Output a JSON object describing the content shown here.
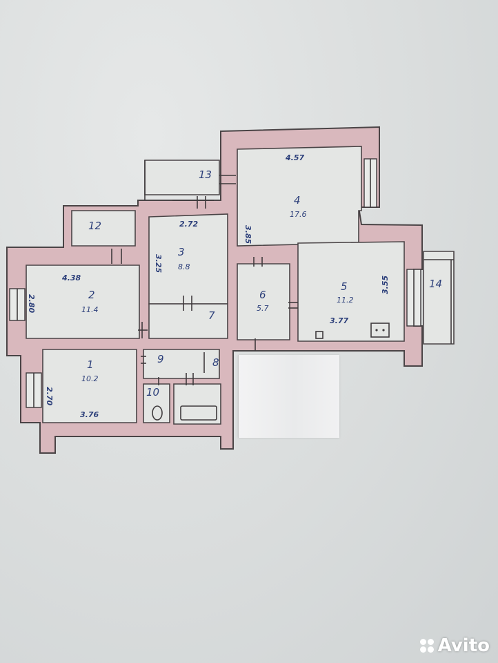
{
  "plan": {
    "rooms": [
      {
        "number": "1",
        "area": "10.2"
      },
      {
        "number": "2",
        "area": "11.4"
      },
      {
        "number": "3",
        "area": "8.8"
      },
      {
        "number": "4",
        "area": "17.6"
      },
      {
        "number": "5",
        "area": "11.2"
      },
      {
        "number": "6",
        "area": "5.7"
      },
      {
        "number": "7",
        "area": ""
      },
      {
        "number": "8",
        "area": ""
      },
      {
        "number": "9",
        "area": ""
      },
      {
        "number": "10",
        "area": ""
      },
      {
        "number": "12",
        "area": ""
      },
      {
        "number": "13",
        "area": ""
      },
      {
        "number": "14",
        "area": ""
      }
    ],
    "dimensions": {
      "d_457": "4.57",
      "d_385": "3.85",
      "d_272": "2.72",
      "d_325": "3.25",
      "d_438": "4.38",
      "d_280": "2.80",
      "d_355": "3.55",
      "d_377": "3.77",
      "d_270": "2.70",
      "d_376": "3.76"
    }
  },
  "watermark": {
    "text": "Avito"
  }
}
